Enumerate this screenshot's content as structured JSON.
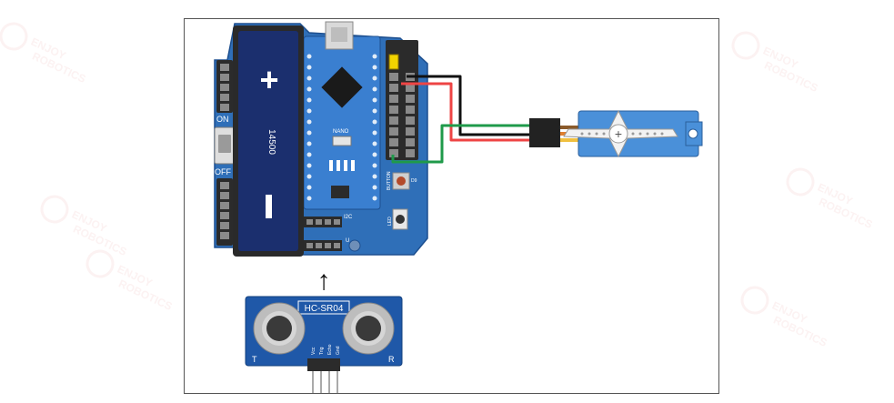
{
  "battery": {
    "plus": "+",
    "minus": "−",
    "model": "14500"
  },
  "switch": {
    "on": "ON",
    "off": "OFF"
  },
  "nano": {
    "label": "NANO"
  },
  "shield": {
    "button_label": "BUTTON",
    "led_label": "LED",
    "d9_label": "D9",
    "i2c_label": "I2C",
    "uart_label": "U"
  },
  "sensor": {
    "name": "HC-SR04",
    "t": "T",
    "r": "R",
    "pins": [
      "Vcc",
      "Trig",
      "Echo",
      "Gnd"
    ]
  },
  "arrow": {
    "glyph": "↑"
  },
  "watermark": {
    "text1": "ENJOY",
    "text2": "ROBOTICS"
  },
  "colors": {
    "board_blue": "#2f6fb8",
    "battery_navy": "#1b2f6e",
    "wire_red": "#ee4444",
    "wire_black": "#111111",
    "wire_green": "#1f9a4a",
    "servo_blue": "#4a90d9",
    "sensor_blue": "#1f58a8"
  }
}
